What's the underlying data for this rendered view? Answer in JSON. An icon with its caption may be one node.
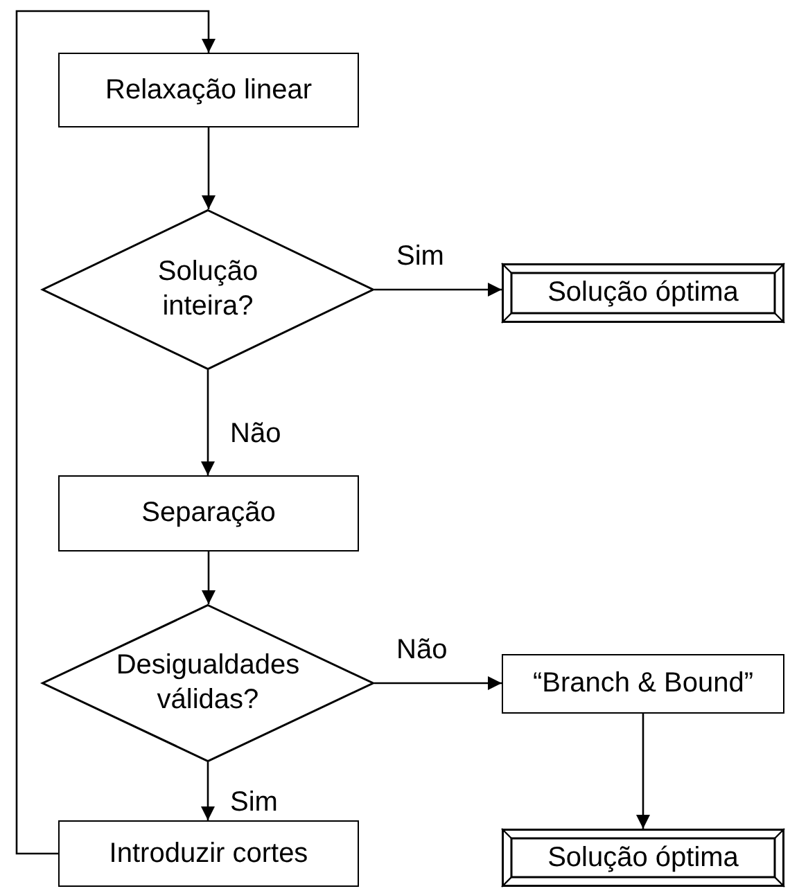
{
  "diagram": {
    "nodes": [
      {
        "text": [
          "Relaxação linear"
        ]
      },
      {
        "text": [
          "Solução inteira?"
        ]
      },
      {
        "text": [
          "Solução óptima"
        ]
      },
      {
        "text": [
          "Separação"
        ]
      },
      {
        "text": [
          "Desigualdades válidas?"
        ]
      },
      {
        "text": [
          "“Branch & Bound”"
        ]
      },
      {
        "text": [
          "Introduzir cortes"
        ]
      },
      {
        "text": [
          "Solução óptima"
        ]
      }
    ],
    "edges": [
      {
        "from": 0,
        "to": 1,
        "arrow": "to"
      },
      {
        "from": 1,
        "to": 2,
        "arrow": "to",
        "label": "Sim"
      },
      {
        "from": 1,
        "to": 3,
        "arrow": "to",
        "label": "Não"
      },
      {
        "from": 3,
        "to": 4,
        "arrow": "to"
      },
      {
        "from": 4,
        "to": 5,
        "arrow": "to",
        "label": "Não"
      },
      {
        "from": 4,
        "to": 6,
        "arrow": "to",
        "label": "Sim"
      },
      {
        "from": 5,
        "to": 7,
        "arrow": "to"
      },
      {
        "from": 6,
        "to": 0,
        "arrow": "to"
      }
    ]
  }
}
